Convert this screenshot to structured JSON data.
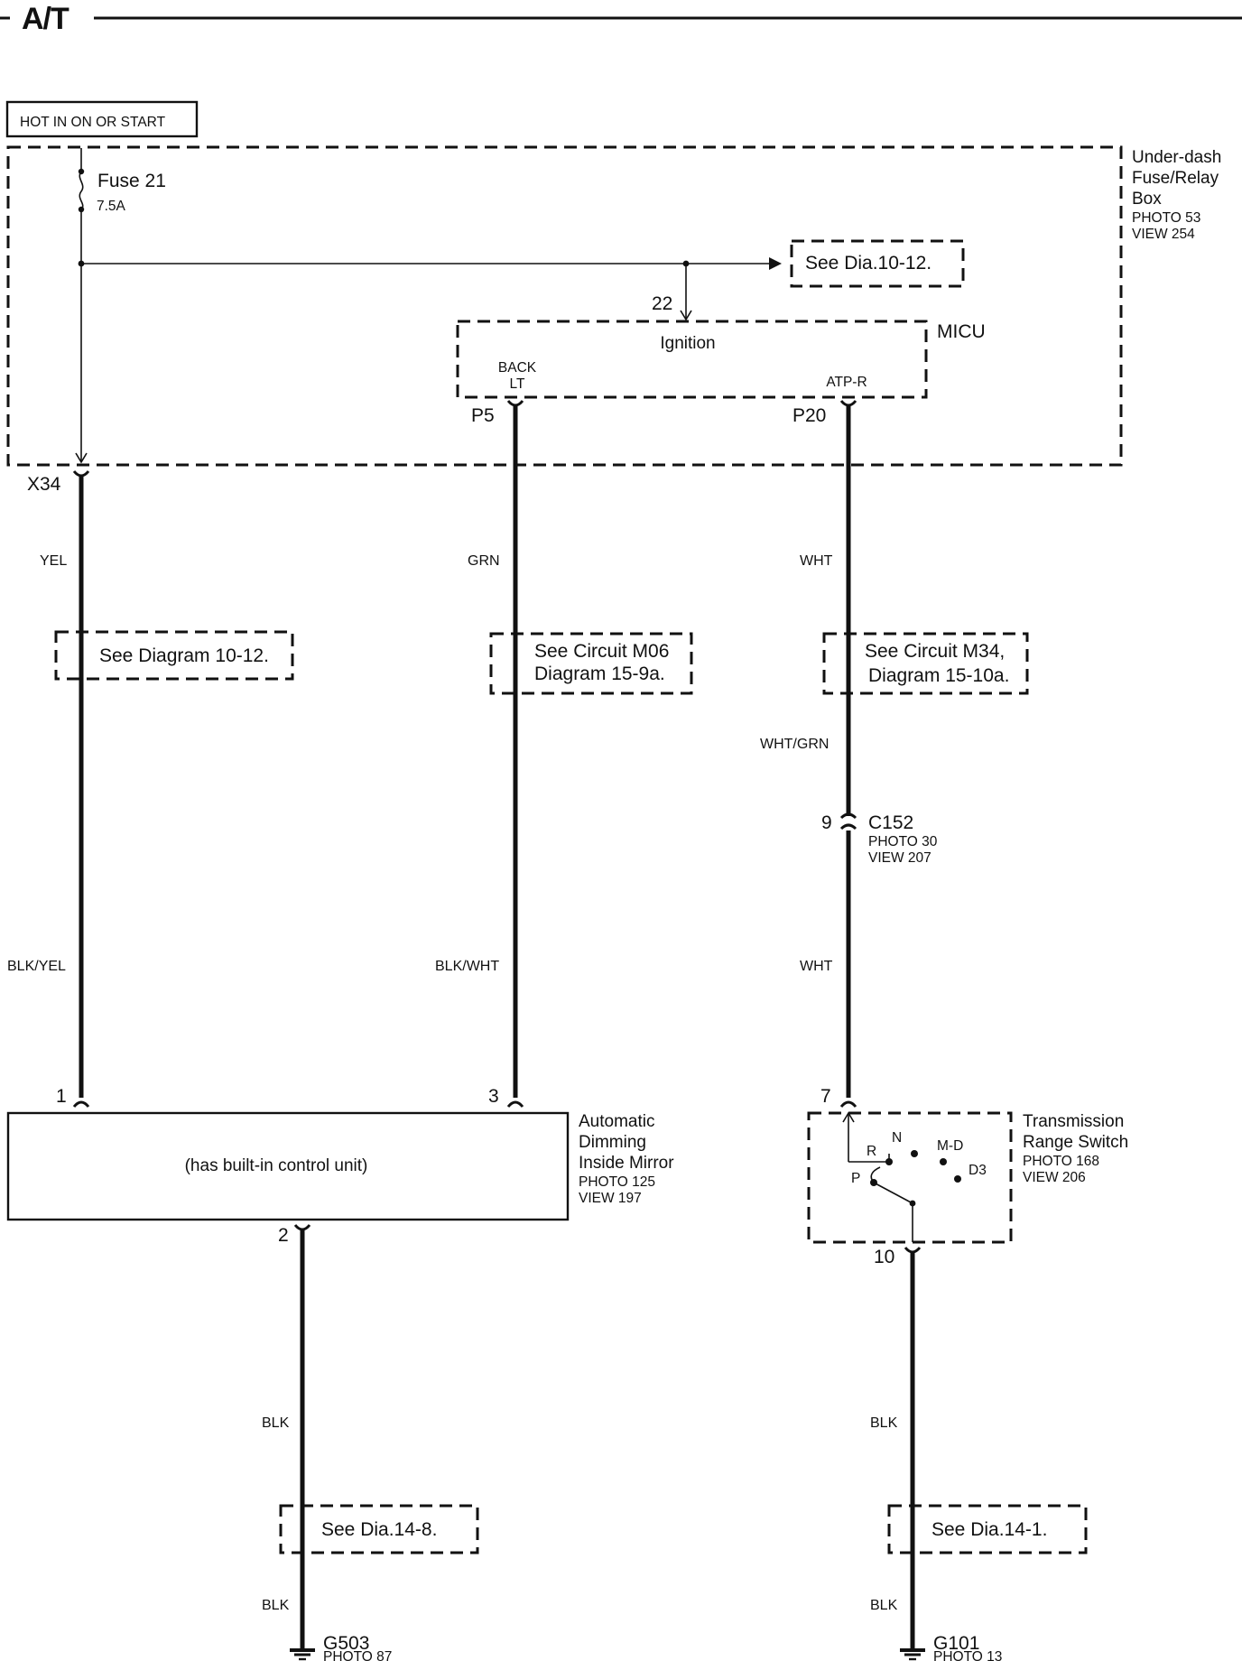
{
  "title": "A/T",
  "power_label": "HOT IN ON OR START",
  "fuse_box": {
    "name_line1": "Under-dash",
    "name_line2": "Fuse/Relay",
    "name_line3": "Box",
    "photo": "PHOTO 53",
    "view": "VIEW 254"
  },
  "fuse": {
    "name": "Fuse 21",
    "rating": "7.5A"
  },
  "ref_top": "See Dia.10-12.",
  "micu": {
    "name": "MICU",
    "pin_in": "22",
    "function": "Ignition",
    "pin_backlt_line1": "BACK",
    "pin_backlt_line2": "LT",
    "pin_atpr": "ATP-R",
    "terminal_p5": "P5",
    "terminal_p20": "P20"
  },
  "terminal_x34": "X34",
  "wires": {
    "yel": "YEL",
    "grn": "GRN",
    "wht_upper": "WHT",
    "wht_grn": "WHT/GRN",
    "blk_yel": "BLK/YEL",
    "blk_wht": "BLK/WHT",
    "wht_lower": "WHT",
    "blk_left_1": "BLK",
    "blk_left_2": "BLK",
    "blk_right_1": "BLK",
    "blk_right_2": "BLK"
  },
  "refs": {
    "diagram_10_12": "See Diagram 10-12.",
    "circuit_m06_line1": "See Circuit M06",
    "circuit_m06_line2": "Diagram 15-9a.",
    "circuit_m34_line1": "See Circuit M34,",
    "circuit_m34_line2": "Diagram 15-10a.",
    "dia_14_8": "See Dia.14-8.",
    "dia_14_1": "See Dia.14-1."
  },
  "connector_c152": {
    "pin": "9",
    "name": "C152",
    "photo": "PHOTO 30",
    "view": "VIEW 207"
  },
  "mirror": {
    "pin1": "1",
    "pin3": "3",
    "pin2": "2",
    "body_text": "(has built-in control unit)",
    "name_line1": "Automatic",
    "name_line2": "Dimming",
    "name_line3": "Inside Mirror",
    "photo": "PHOTO 125",
    "view": "VIEW 197"
  },
  "trs": {
    "pin7": "7",
    "pin10": "10",
    "name_line1": "Transmission",
    "name_line2": "Range Switch",
    "photo": "PHOTO 168",
    "view": "VIEW 206",
    "pos_r": "R",
    "pos_n": "N",
    "pos_md": "M-D",
    "pos_d3": "D3",
    "pos_p": "P"
  },
  "ground_g503": {
    "name": "G503",
    "photo": "PHOTO 87"
  },
  "ground_g101": {
    "name": "G101",
    "photo": "PHOTO 13"
  }
}
